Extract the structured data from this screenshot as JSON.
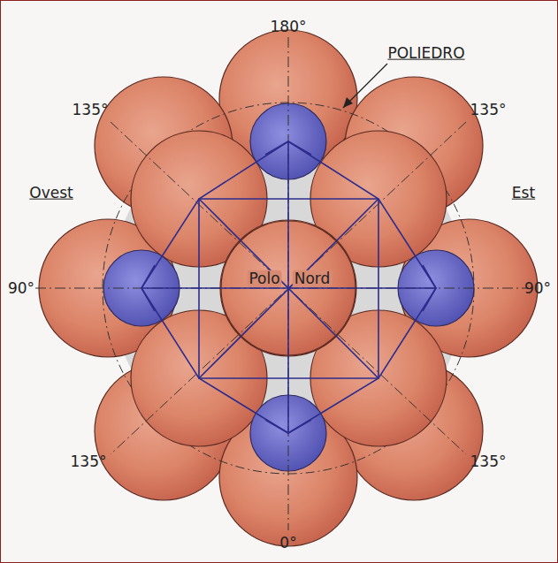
{
  "diagram": {
    "nodes": [
      {
        "text": [
          "Polo",
          "Nord"
        ]
      }
    ],
    "labels": [
      "180°",
      "POLIEDRO",
      "135°",
      "135°",
      "Ovest",
      "Est",
      "90°",
      "90°",
      "135°",
      "135°",
      "0°"
    ]
  }
}
